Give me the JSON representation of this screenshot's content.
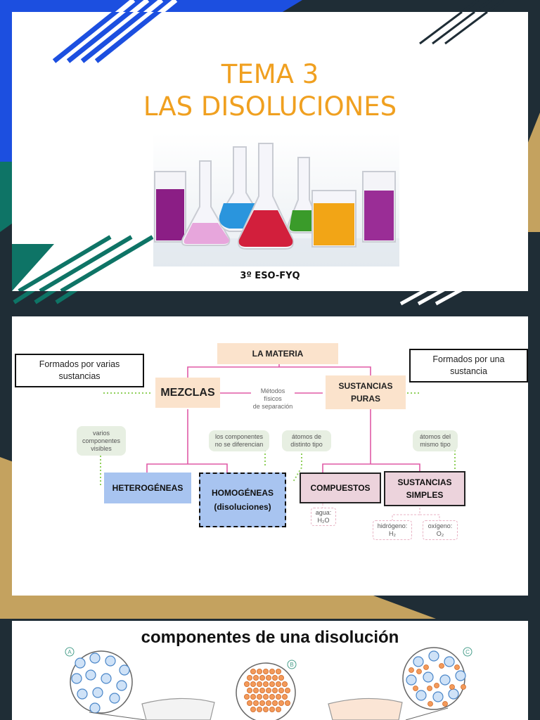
{
  "slide1": {
    "title_line1": "TEMA 3",
    "title_line2": "LAS DISOLUCIONES",
    "subtitle": "3º ESO-FYQ",
    "image_alt": "matraces con líquidos de colores"
  },
  "slide2": {
    "root": "LA MATERIA",
    "mezclas": "MEZCLAS",
    "sustancias_puras_1": "SUSTANCIAS",
    "sustancias_puras_2": "PURAS",
    "metodos_1": "Métodos físicos",
    "metodos_2": "de separación",
    "left_def_1": "Formados por varias",
    "left_def_2": "sustancias",
    "right_def_1": "Formados por una",
    "right_def_2": "sustancia",
    "note_varios_1": "varios",
    "note_varios_2": "componentes",
    "note_varios_3": "visibles",
    "note_comp_1": "los componentes",
    "note_comp_2": "no se diferencian",
    "note_atomos_dist_1": "átomos de",
    "note_atomos_dist_2": "distinto tipo",
    "note_atomos_mismo_1": "átomos del",
    "note_atomos_mismo_2": "mismo tipo",
    "heterogeneas": "HETEROGÉNEAS",
    "homogeneas_1": "HOMOGÉNEAS",
    "homogeneas_2": "(disoluciones)",
    "compuestos": "COMPUESTOS",
    "simples_1": "SUSTANCIAS",
    "simples_2": "SIMPLES",
    "agua_1": "agua:",
    "agua_2": "H₂O",
    "hidrogeno_1": "hidrógeno:",
    "hidrogeno_2": "H₂",
    "oxigeno_1": "oxígeno:",
    "oxigeno_2": "O₂"
  },
  "slide3": {
    "title": "componentes de una disolución",
    "label_a": "A",
    "label_b": "B",
    "label_c": "C"
  },
  "colors": {
    "background": "#1f2d36",
    "title_orange": "#f0a020",
    "accent_blue": "#1c4fe0",
    "accent_green": "#0e7466",
    "accent_gold": "#c4a25f",
    "connector_pink": "#e05aa6"
  }
}
